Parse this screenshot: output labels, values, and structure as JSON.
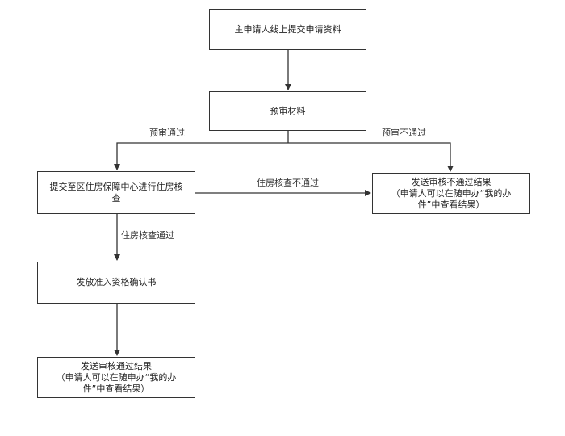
{
  "nodes": {
    "submit": "主申请人线上提交申请资料",
    "prereview": "预审材料",
    "housing_check": "提交至区住房保障中心进行住房核查",
    "issue_cert": "发放准入资格确认书",
    "fail_result": {
      "line1": "发送审核不通过结果",
      "line2": "（申请人可以在随申办“我的办",
      "line3": "件”中查看结果）"
    },
    "pass_result": {
      "line1": "发送审核通过结果",
      "line2": "（申请人可以在随申办“我的办",
      "line3": "件”中查看结果）"
    }
  },
  "edge_labels": {
    "prereview_pass": "预审通过",
    "prereview_fail": "预审不通过",
    "housing_fail": "住房核查不通过",
    "housing_pass": "住房核查通过"
  }
}
